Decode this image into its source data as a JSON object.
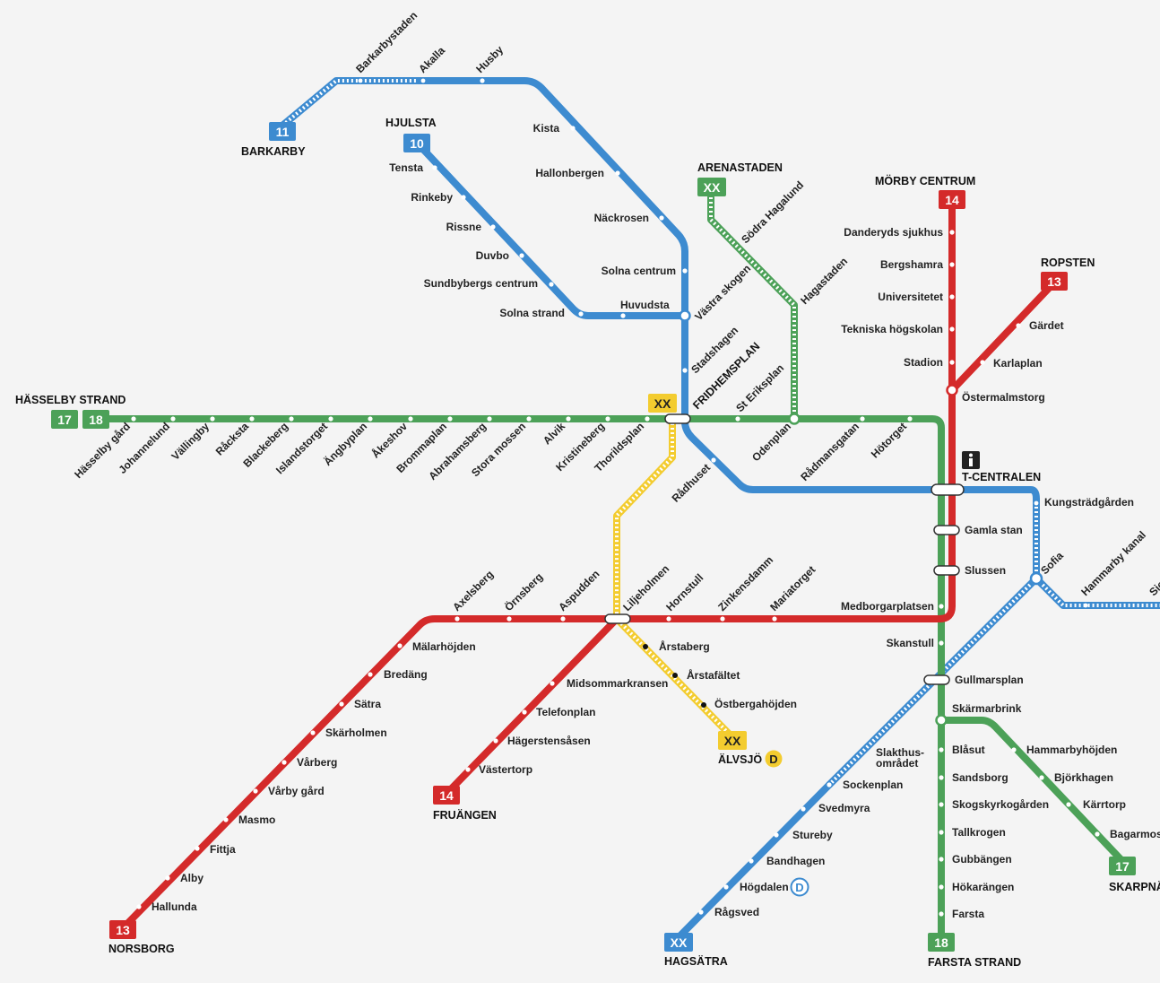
{
  "colors": {
    "green": "#4ca158",
    "red": "#d42a2a",
    "blue": "#3d8bd0",
    "yellow": "#f3cc2f",
    "white": "#ffffff",
    "background": "#f4f4f4"
  },
  "terminals": {
    "hasselby_strand": "HÄSSELBY STRAND",
    "barkarby": "BARKARBY",
    "hjulsta": "HJULSTA",
    "arenastaden": "ARENASTADEN",
    "morby_centrum": "MÖRBY CENTRUM",
    "ropsten": "ROPSTEN",
    "fridhemsplan": "FRIDHEMSPLAN",
    "t_centralen": "T-CENTRALEN",
    "alvsjo": "ÄLVSJÖ",
    "fruangen": "FRUÄNGEN",
    "norsborg": "NORSBORG",
    "hagsatra": "HAGSÄTRA",
    "farsta_strand": "FARSTA STRAND",
    "skarpnack": "SKARPNÄCK"
  },
  "badges": {
    "b17": "17",
    "b18": "18",
    "b11": "11",
    "b10": "10",
    "arena": "XX",
    "b14": "14",
    "b13": "13",
    "frid": "XX",
    "alvsjo": "XX",
    "fruangen": "14",
    "norsborg": "13",
    "hagsatra": "XX",
    "farsta": "18",
    "skarpnack": "17"
  },
  "icons": {
    "info": "info-icon",
    "commuter_rail_alvsjo": "D",
    "commuter_rail_hogdalen": "D"
  },
  "stations": {
    "green_west": [
      "Hässelby gård",
      "Johannelund",
      "Vällingby",
      "Råcksta",
      "Blackeberg",
      "Islandstorget",
      "Ängbyplan",
      "Åkeshov",
      "Brommaplan",
      "Abrahamsberg",
      "Stora mossen",
      "Alvik",
      "Kristineberg",
      "Thorildsplan"
    ],
    "green_central": [
      "St Eriksplan",
      "Odenplan",
      "Rådmansgatan",
      "Hötorget"
    ],
    "blue_north": [
      "Akalla",
      "Husby",
      "Kista",
      "Hallonbergen",
      "Näckrosen",
      "Solna centrum",
      "Västra skogen",
      "Stadshagen"
    ],
    "barkarby_line": [
      "Barkarbystaden"
    ],
    "blue_hjulsta": [
      "Tensta",
      "Rinkeby",
      "Rissne",
      "Duvbo",
      "Sundbybergs centrum",
      "Solna strand",
      "Huvudsta"
    ],
    "blue_central": [
      "Rådhuset",
      "Kungsträdgården"
    ],
    "blue_nacka": [
      "Sofia",
      "Hammarby kanal",
      "Sickla"
    ],
    "arena_line": [
      "Södra Hagalund",
      "Hagastaden"
    ],
    "red_north": [
      "Danderyds sjukhus",
      "Bergshamra",
      "Universitetet",
      "Tekniska högskolan",
      "Stadion",
      "Östermalmstorg"
    ],
    "red_ropsten": [
      "Gärdet",
      "Karlaplan"
    ],
    "central_stack": [
      "Gamla stan",
      "Slussen",
      "Medborgarplatsen"
    ],
    "red_west": [
      "Liljeholmen",
      "Hornstull",
      "Zinkensdamm",
      "Mariatorget",
      "Aspudden",
      "Örnsberg",
      "Axelsberg"
    ],
    "red_norsborg": [
      "Mälarhöjden",
      "Bredäng",
      "Sätra",
      "Skärholmen",
      "Vårberg",
      "Vårby gård",
      "Masmo",
      "Fittja",
      "Alby",
      "Hallunda"
    ],
    "red_fruangen": [
      "Midsommarkransen",
      "Telefonplan",
      "Hägerstensåsen",
      "Västertorp"
    ],
    "yellow_line": [
      "Årstaberg",
      "Årstafältet",
      "Östbergahöjden"
    ],
    "green_south": [
      "Skanstull",
      "Gullmarsplan",
      "Skärmarbrink"
    ],
    "green_farsta": [
      "Blåsut",
      "Sandsborg",
      "Skogskyrkogården",
      "Tallkrogen",
      "Gubbängen",
      "Hökarängen",
      "Farsta"
    ],
    "green_skarpnack": [
      "Hammarbyhöjden",
      "Björkhagen",
      "Kärrtorp",
      "Bagarmossen"
    ],
    "blue_hagsatra": [
      "Slakthus-",
      "området",
      "Sockenplan",
      "Svedmyra",
      "Stureby",
      "Bandhagen",
      "Högdalen",
      "Rågsved"
    ]
  }
}
